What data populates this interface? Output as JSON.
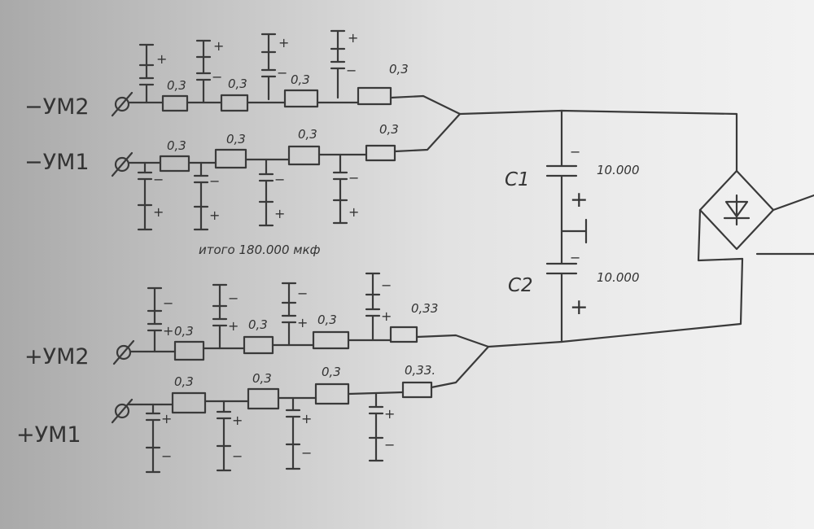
{
  "inputs": {
    "minus_um2": "−УМ2",
    "minus_um1": "−УМ1",
    "plus_um2": "+УМ2",
    "plus_um1": "+УМ1"
  },
  "resistor_values": {
    "r03": "0,3",
    "r033": "0,33",
    "r033_dot": "0,33."
  },
  "capacitor_pins": {
    "plus": "+",
    "minus": "−"
  },
  "capacitors": {
    "c1_label": "C1",
    "c1_value": "10.000",
    "c2_label": "C2",
    "c2_value": "10.000"
  },
  "total_note": "итого 180.000 мкф",
  "icons": {
    "fuse": "fuse-symbol-icon",
    "rectifier": "diode-bridge-icon",
    "ground": "ground-tap-icon"
  }
}
